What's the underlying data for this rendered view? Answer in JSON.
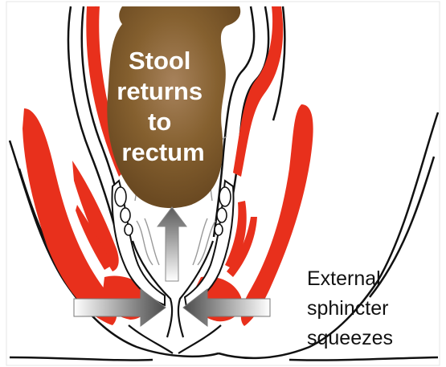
{
  "labels": {
    "stool_lines": [
      "Stool",
      "returns",
      "to",
      "rectum"
    ],
    "external_lines": [
      "External",
      "sphincter",
      "squeezes"
    ]
  },
  "colors": {
    "muscle": "#e8301c",
    "stool": "#7a5326",
    "stool_highlight": "#a7825c",
    "outline": "#111111",
    "background": "#ffffff"
  },
  "icons": {
    "up_arrow": "arrow-up-icon",
    "left_arrow": "arrow-right-icon",
    "right_arrow": "arrow-left-icon"
  }
}
